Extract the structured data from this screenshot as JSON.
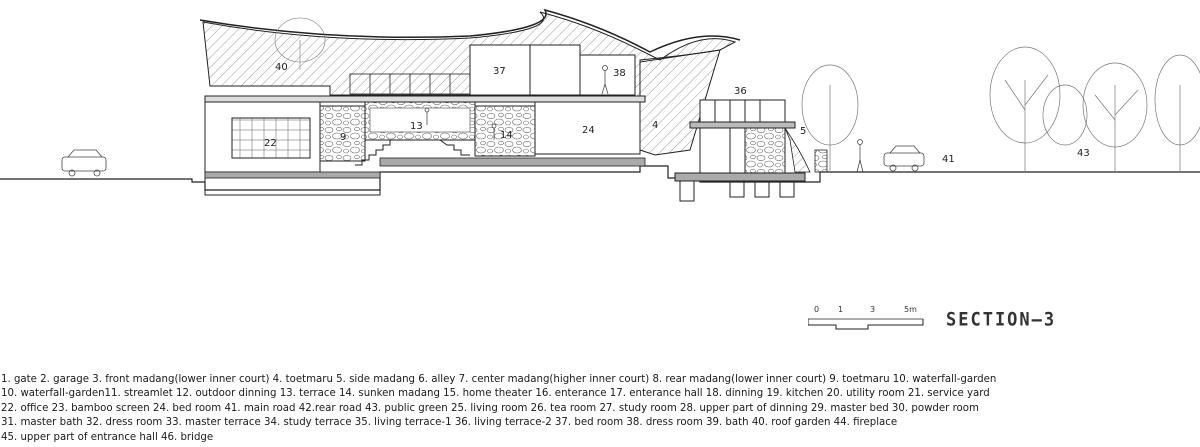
{
  "diagram": {
    "room_labels": [
      "40",
      "37",
      "38",
      "36",
      "22",
      "9",
      "13",
      "14",
      "24",
      "4",
      "5",
      "41",
      "43"
    ],
    "scale_marks": [
      "0",
      "1",
      "3",
      "5m"
    ],
    "section_title": "SECTION—3"
  },
  "legend": {
    "lines": [
      "1. gate  2. garage  3. front madang(lower inner court)  4. toetmaru  5. side madang  6. alley  7. center madang(higher inner court) 8. rear madang(lower inner court)  9. toetmaru  10. waterfall-garden",
      "10. waterfall-garden11. streamlet  12. outdoor dinning  13. terrace  14. sunken madang  15. home theater  16. enterance  17. enterance hall  18. dinning  19. kitchen 20. utility room  21. service yard",
      "22. office  23. bamboo screen  24. bed room  41. main road  42.rear road  43. public green 25. living room  26. tea room  27. study room  28. upper part of dinning  29. master bed  30.  powder room",
      "31. master bath  32. dress room  33. master terrace  34. study terrace  35. living terrace-1  36. living terrace-2  37. bed room  38. dress room 39. bath  40. roof garden 44. fireplace",
      "45. upper part of entrance hall  46. bridge"
    ]
  }
}
